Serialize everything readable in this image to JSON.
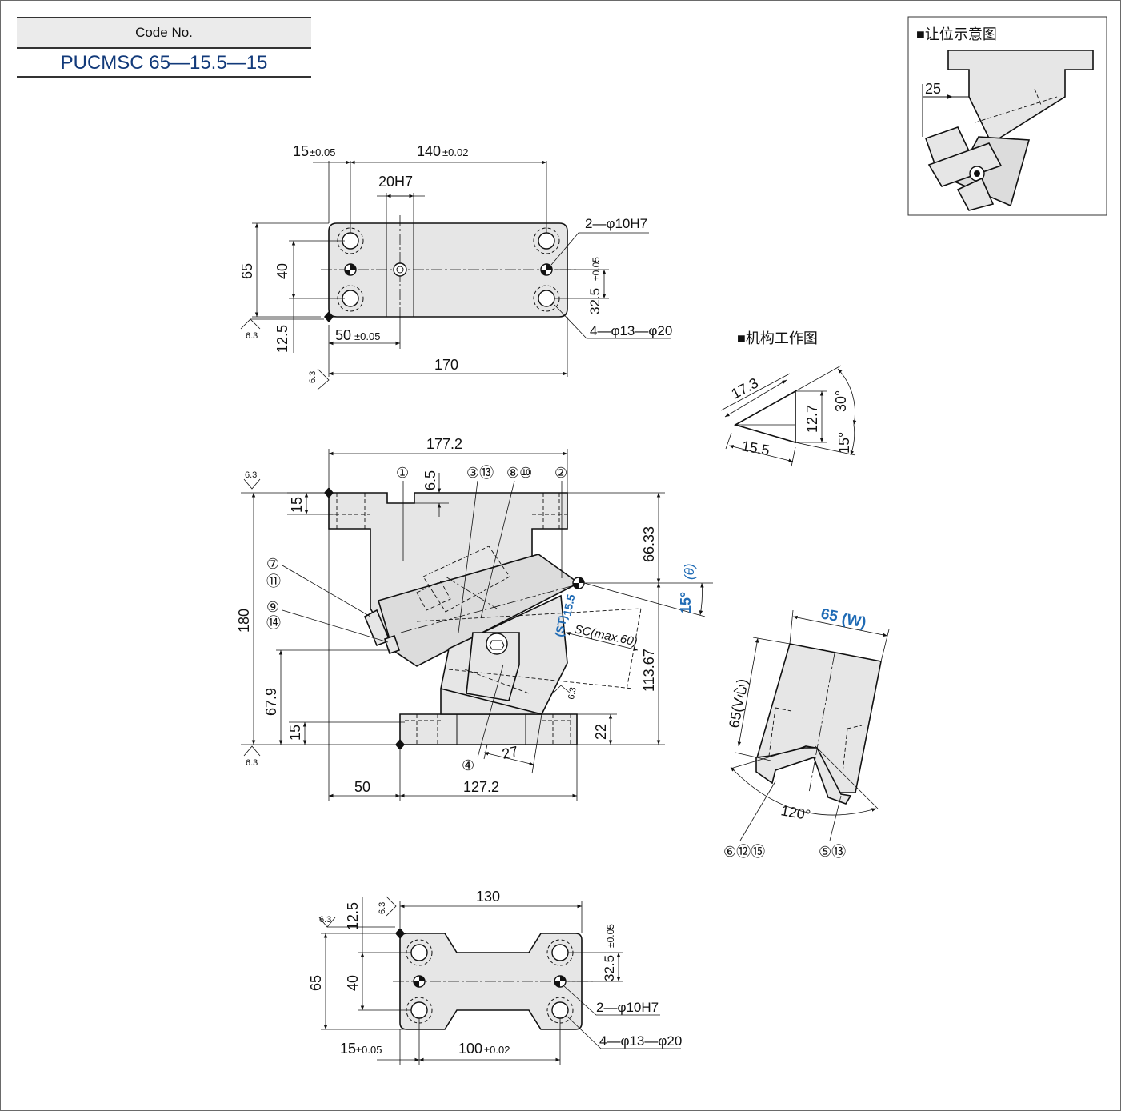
{
  "code_header": {
    "label": "Code No.",
    "value": "PUCMSC 65—15.5—15"
  },
  "inset": {
    "title": "■让位示意图",
    "dim": "25"
  },
  "mechanism": {
    "title": "■机构工作图",
    "d1": "17.3",
    "d2": "12.7",
    "d3": "15.5",
    "a1": "30°",
    "a2": "15°"
  },
  "top_view": {
    "d_15": "15",
    "tol_15": "±0.05",
    "d_140": "140",
    "tol_140": "±0.02",
    "d_20h7": "20H7",
    "d_65": "65",
    "d_40": "40",
    "d_12_5": "12.5",
    "d_50": "50",
    "tol_50": "±0.05",
    "d_170": "170",
    "d_32_5": "32.5",
    "tol_32_5": "±0.05",
    "hole1": "2—φ10H7",
    "hole2": "4—φ13—φ20",
    "rough": "6.3"
  },
  "front_view": {
    "d_177_2": "177.2",
    "d_6_5": "6.5",
    "d_15a": "15",
    "d_180": "180",
    "d_67_9": "67.9",
    "d_15b": "15",
    "d_50": "50",
    "d_127_2": "127.2",
    "d_66_33": "66.33",
    "d_113_67": "113.67",
    "d_22": "22",
    "d_27": "27",
    "angle": "15°",
    "theta": "(θ)",
    "st_val": "15.5",
    "st": "(ST)",
    "sc": "SC(max.60)",
    "rough": "6.3",
    "balloons": [
      "①",
      "③⑬",
      "⑧⑩",
      "②",
      "⑦",
      "⑪",
      "⑨",
      "⑭",
      "④"
    ]
  },
  "side_view": {
    "width": "65",
    "width_sym": "(W)",
    "height": "65(V心)",
    "angle": "120°",
    "balloons": [
      "⑥⑫⑮",
      "⑤⑬"
    ]
  },
  "bottom_view": {
    "d_130": "130",
    "d_12_5": "12.5",
    "d_65": "65",
    "d_40": "40",
    "d_32_5": "32.5",
    "tol_32_5": "±0.05",
    "d_15": "15",
    "tol_15": "±0.05",
    "d_100": "100",
    "tol_100": "±0.02",
    "hole1": "2—φ10H7",
    "hole2": "4—φ13—φ20",
    "rough": "6.3"
  },
  "colors": {
    "line": "#111111",
    "fill": "#e6e6e6",
    "accent": "#1f6bb5",
    "code": "#123a7a"
  }
}
